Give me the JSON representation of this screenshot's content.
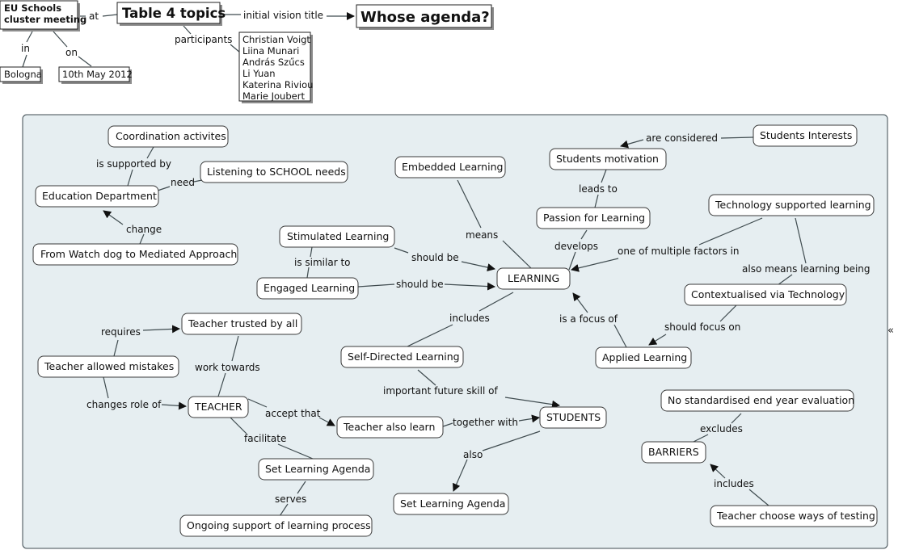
{
  "header": {
    "meeting": {
      "line1": "EU Schools",
      "line2": "cluster meeting"
    },
    "table_topics": "Table 4 topics",
    "whose_agenda": "Whose agenda?",
    "location": "Bologna",
    "date": "10th May 2012",
    "participants": [
      "Christian Voigt",
      "Liina Munari",
      "András Szűcs",
      "Li Yuan",
      "Katerina Riviou",
      "Marie Joubert"
    ],
    "links": {
      "at": "at",
      "in": "in",
      "on": "on",
      "participants": "participants",
      "initial_vision_title": "initial vision title"
    }
  },
  "concepts": {
    "coordination": "Coordination activites",
    "education_department": "Education Department",
    "listening": "Listening to SCHOOL needs",
    "watch_dog": "From Watch dog to Mediated Approach",
    "stimulated": "Stimulated Learning",
    "engaged": "Engaged Learning",
    "embedded": "Embedded Learning",
    "learning": "LEARNING",
    "students_interests": "Students Interests",
    "students_motivation": "Students motivation",
    "passion": "Passion for Learning",
    "tech_supported": "Technology supported learning",
    "contextualised": "Contextualised via Technology",
    "applied": "Applied Learning",
    "self_directed": "Self-Directed Learning",
    "teacher_trusted": "Teacher trusted by all",
    "teacher_mistakes": "Teacher allowed mistakes",
    "teacher": "TEACHER",
    "teacher_learn": "Teacher also learn",
    "students": "STUDENTS",
    "set_agenda_teacher": "Set Learning Agenda",
    "set_agenda_students": "Set Learning Agenda",
    "ongoing_support": "Ongoing support of learning process",
    "no_standardised": "No standardised end year evaluation",
    "barriers": "BARRIERS",
    "teacher_choose": "Teacher choose ways of testing"
  },
  "link_labels": {
    "is_supported_by": "is supported by",
    "need": "need",
    "change": "change",
    "is_similar_to": "is similar to",
    "should_be_1": "should be",
    "should_be_2": "should be",
    "means": "means",
    "are_considered": "are considered",
    "leads_to": "leads to",
    "develops": "develops",
    "one_of_multiple": "one of multiple factors in",
    "also_means": "also means learning being",
    "should_focus_on": "should focus on",
    "is_a_focus_of": "is a focus of",
    "includes_1": "includes",
    "important_future": "important future skill of",
    "requires": "requires",
    "work_towards": "work towards",
    "changes_role_of": "changes role of",
    "accept_that": "accept that",
    "together_with": "together with",
    "facilitate": "facilitate",
    "serves": "serves",
    "also": "also",
    "excludes": "excludes",
    "includes_2": "includes"
  },
  "controls": {
    "collapse": "«"
  }
}
